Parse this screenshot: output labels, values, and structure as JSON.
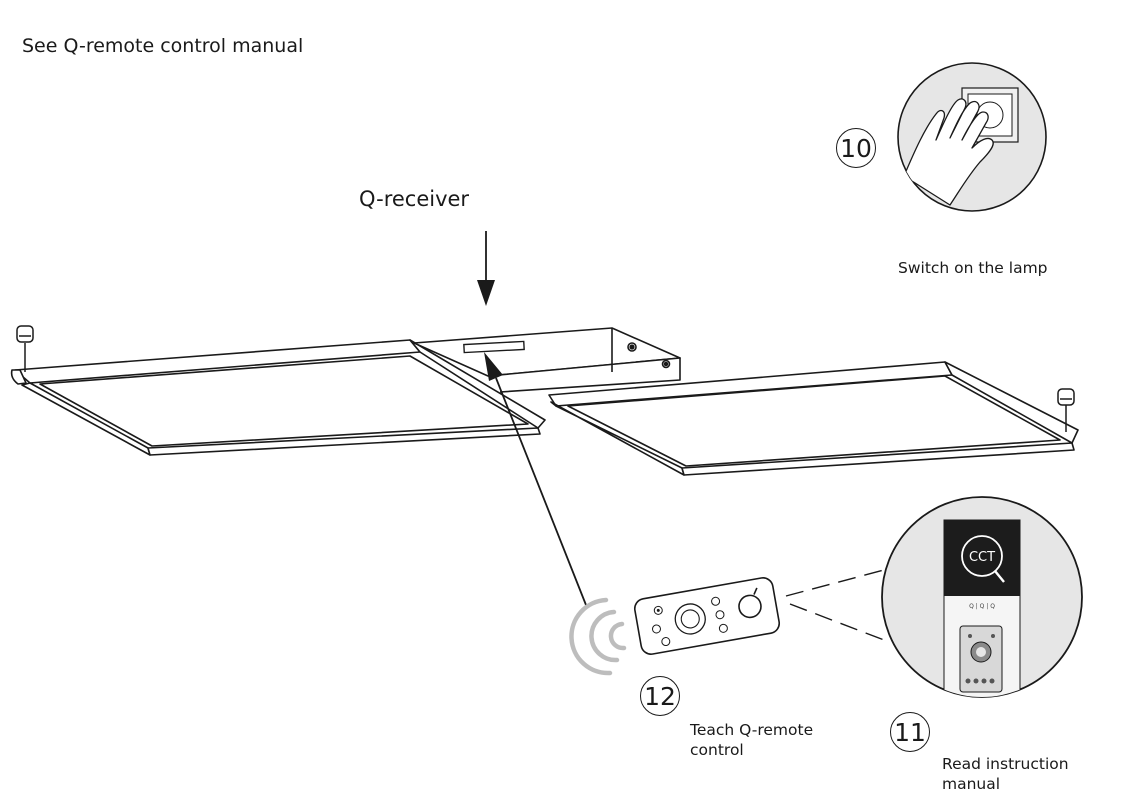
{
  "header": {
    "title": "See Q-remote control manual"
  },
  "receiver": {
    "label": "Q-receiver"
  },
  "steps": [
    {
      "number": "10",
      "caption": "Switch on the lamp"
    },
    {
      "number": "11",
      "caption": "Read  instruction\nmanual"
    },
    {
      "number": "12",
      "caption": "Teach  Q-remote\ncontrol"
    }
  ],
  "manual_cover": {
    "badge": "CCT",
    "tagline": "Q | Q | Q"
  },
  "icons": [
    "hand-switch-icon",
    "remote-control-icon",
    "wireless-signal-icon",
    "manual-booklet-icon",
    "arrow-down-icon"
  ],
  "colors": {
    "line": "#1a1a1a",
    "signal": "#bdbdbd",
    "manual_dark": "#1c1c1c",
    "circle_fill": "#e6e6e6"
  }
}
